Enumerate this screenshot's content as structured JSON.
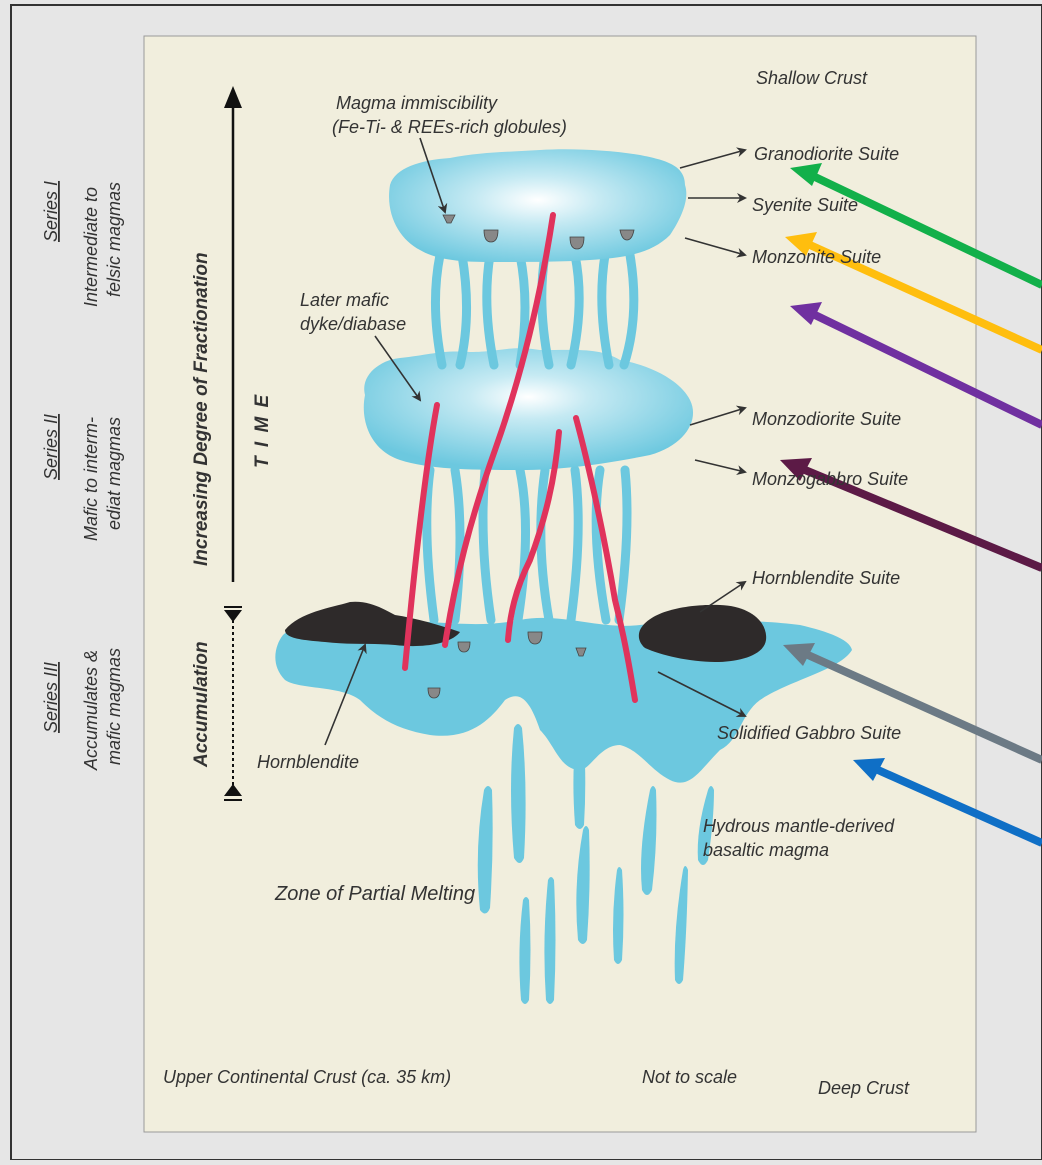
{
  "labels": {
    "shallow_crust": "Shallow Crust",
    "deep_crust": "Deep Crust",
    "upper_crust": "Upper Continental Crust (ca. 35 km)",
    "not_to_scale": "Not to scale",
    "immiscibility_1": "Magma immiscibility",
    "immiscibility_2": "(Fe-Ti- & REEs-rich globules)",
    "later_mafic_1": "Later mafic",
    "later_mafic_2": "dyke/diabase",
    "granodiorite": "Granodiorite Suite",
    "syenite": "Syenite Suite",
    "monzonite": "Monzonite Suite",
    "monzodiorite": "Monzodiorite Suite",
    "monzogabbro": "Monzogabbro Suite",
    "hornblendite_suite": "Hornblendite Suite",
    "solidified_gabbro": "Solidified Gabbro Suite",
    "hornblendite": "Hornblendite",
    "hydrous_1": "Hydrous mantle-derived",
    "hydrous_2": "basaltic magma",
    "partial_melting": "Zone of Partial Melting",
    "time": "T I M E",
    "fractionation": "Increasing Degree of Fractionation",
    "accumulation": "Accumulation"
  },
  "series": {
    "s1_title": "Series I",
    "s1_l1": "Intermediate to",
    "s1_l2": "felsic magmas",
    "s2_title": "Series II",
    "s2_l1": "Mafic to interm-",
    "s2_l2": "ediat magmas",
    "s3_title": "Series III",
    "s3_l1": "Accumulates &",
    "s3_l2": "mafic magmas"
  },
  "colors": {
    "magma": "#6cc8df",
    "dyke": "#e0335c",
    "hornblendite": "#2e2a2a",
    "panel": "#f1eedd",
    "arrow_green": "#12b04a",
    "arrow_yellow": "#ffbe0e",
    "arrow_purple": "#7030a0",
    "arrow_maroon": "#5c1a46",
    "arrow_gray": "#6c7a85",
    "arrow_blue": "#0f6fc6"
  }
}
